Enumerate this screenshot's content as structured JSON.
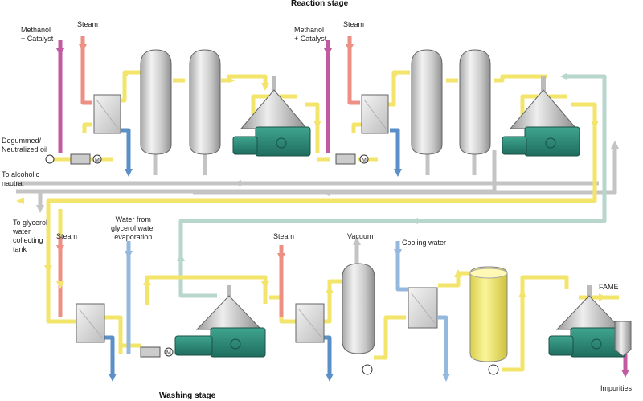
{
  "stages": {
    "reaction": "Reaction stage",
    "washing": "Washing stage"
  },
  "labels": {
    "methanol_catalyst_1": "Methanol\n+ Catalyst",
    "steam_1": "Steam",
    "methanol_catalyst_2": "Methanol\n+ Catalyst",
    "steam_2": "Steam",
    "degummed_oil": "Degummed/\nNeutralized oil",
    "to_alcoholic": "To alcoholic\nnautra.",
    "to_glycerol": "To glycerol\nwater\ncollecting\ntank",
    "steam_3": "Steam",
    "water_from_glycerol": "Water from\nglycerol water\nevaporation",
    "steam_4": "Steam",
    "vacuum": "Vacuum",
    "cooling_water": "Cooling water",
    "fame": "FAME",
    "impurities": "Impurities"
  },
  "colors": {
    "yellow_pipe": "#f5e66e",
    "gray_pipe": "#c6c6c6",
    "teal_pipe": "#b7d6cc",
    "methanol_pipe": "#c15aa0",
    "steam_pipe": "#ee8f84",
    "blue_pipe": "#5b8fc7",
    "water_pipe": "#94b8de",
    "separator_green": "#2e8e7b",
    "vessel_gray": "#c8c8c8"
  }
}
